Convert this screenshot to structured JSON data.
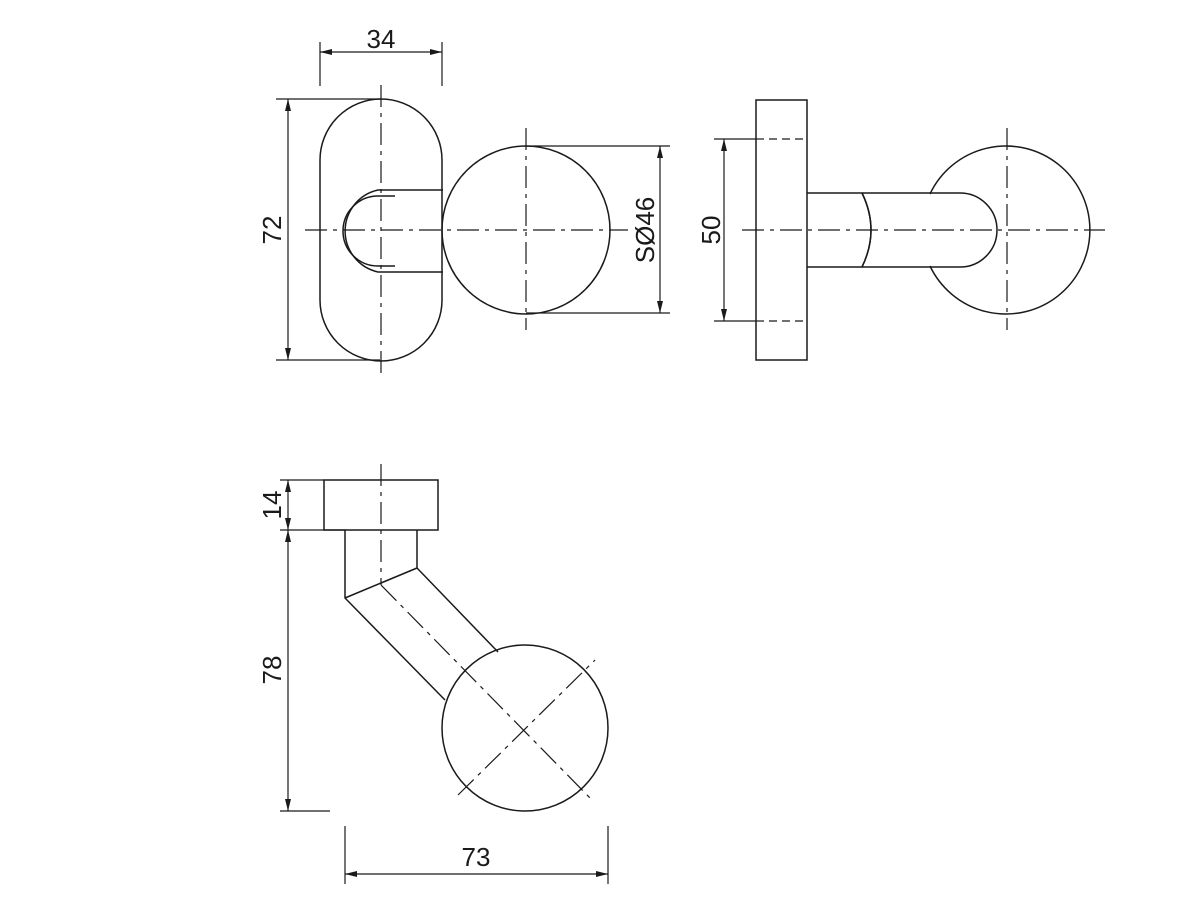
{
  "dimensions": {
    "rose_width": "34",
    "rose_height": "72",
    "sphere_diameter": "SØ46",
    "rose_inner_height": "50",
    "rose_thickness": "14",
    "projection": "78",
    "handle_reach": "73"
  }
}
